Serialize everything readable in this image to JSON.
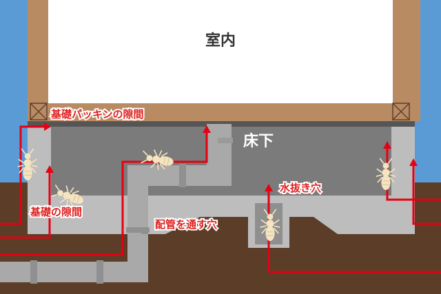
{
  "labels": {
    "indoor": "室内",
    "underfloor": "床下",
    "foundation_packing_gap": "基礎パッキンの隙間",
    "foundation_gap": "基礎の隙間",
    "pipe_hole": "配管を通す穴",
    "drain_hole": "水抜き穴"
  },
  "colors": {
    "sky": "#5b9bd5",
    "soil": "#5c3d28",
    "wall_frame": "#b98b62",
    "indoor": "#ffffff",
    "underfloor": "#7b7b7b",
    "concrete": "#bdbdbd",
    "pipe": "#a9a9a9",
    "arrow": "#e60012",
    "termite": "#f5e4c0"
  }
}
